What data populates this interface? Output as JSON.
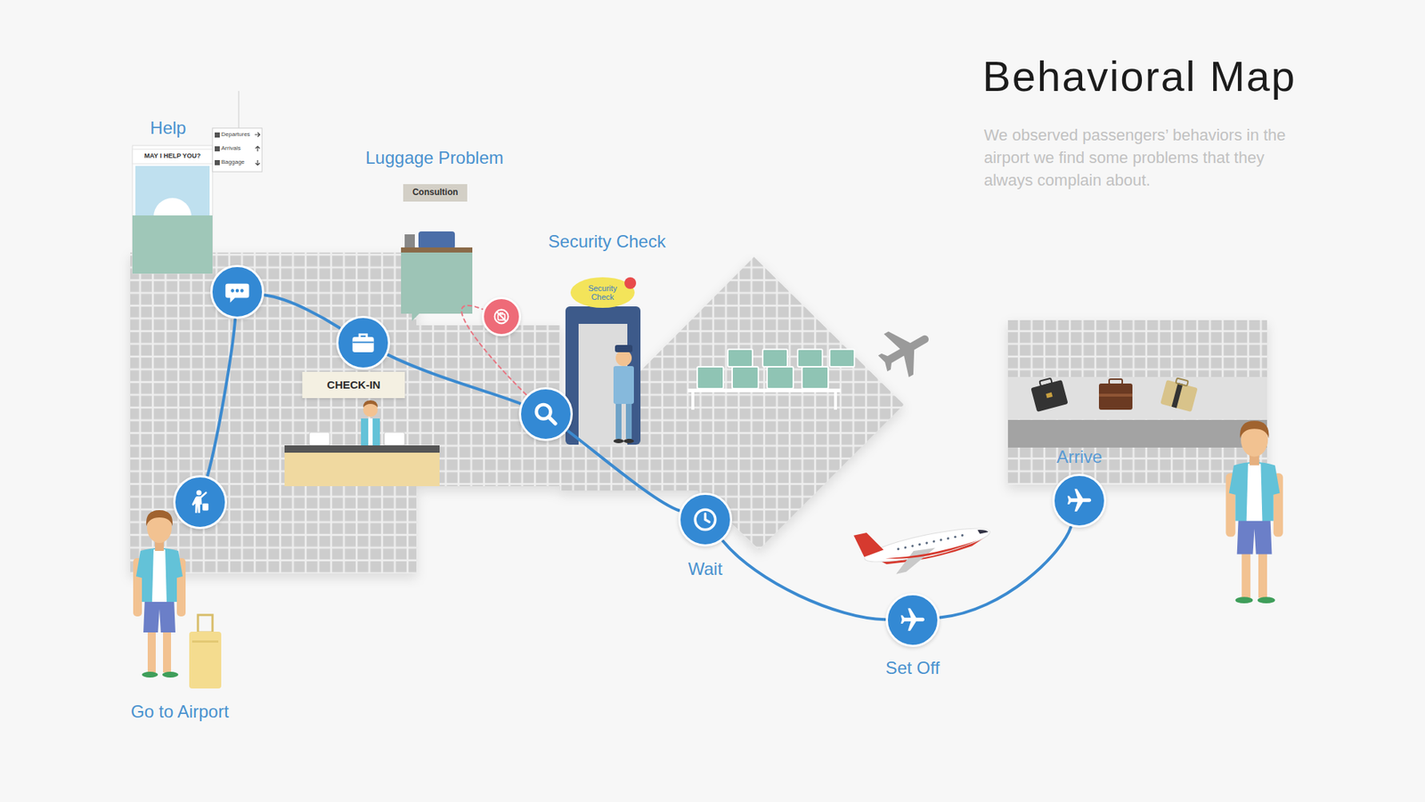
{
  "diagram": {
    "title": "Behavioral Map",
    "caption": "We observed passengers’ behaviors in the airport we find some problems that they always complain about.",
    "nodes": [
      {
        "text": [
          "Go to Airport"
        ]
      },
      {
        "text": [
          "Help"
        ]
      },
      {
        "text": [
          "CHECK-IN"
        ]
      },
      {
        "text": [
          "Security Check"
        ]
      },
      {
        "text": [
          "Wait"
        ]
      },
      {
        "text": [
          "Set Off"
        ]
      },
      {
        "text": [
          "Arrive"
        ]
      },
      {
        "text": [
          "Luggage Problem"
        ]
      }
    ],
    "edges": [
      {
        "from": 0,
        "to": 1,
        "arrow": "none"
      },
      {
        "from": 1,
        "to": 2,
        "arrow": "none"
      },
      {
        "from": 2,
        "to": 3,
        "arrow": "none"
      },
      {
        "from": 3,
        "to": 4,
        "arrow": "none"
      },
      {
        "from": 4,
        "to": 5,
        "arrow": "none"
      },
      {
        "from": 5,
        "to": 6,
        "arrow": "none"
      },
      {
        "from": 3,
        "to": 7,
        "arrow": "none"
      }
    ],
    "labels": [
      "MAY I HELP YOU?",
      "Departures",
      "Arrivals",
      "Baggage",
      "Consultion",
      "Security Check"
    ]
  }
}
